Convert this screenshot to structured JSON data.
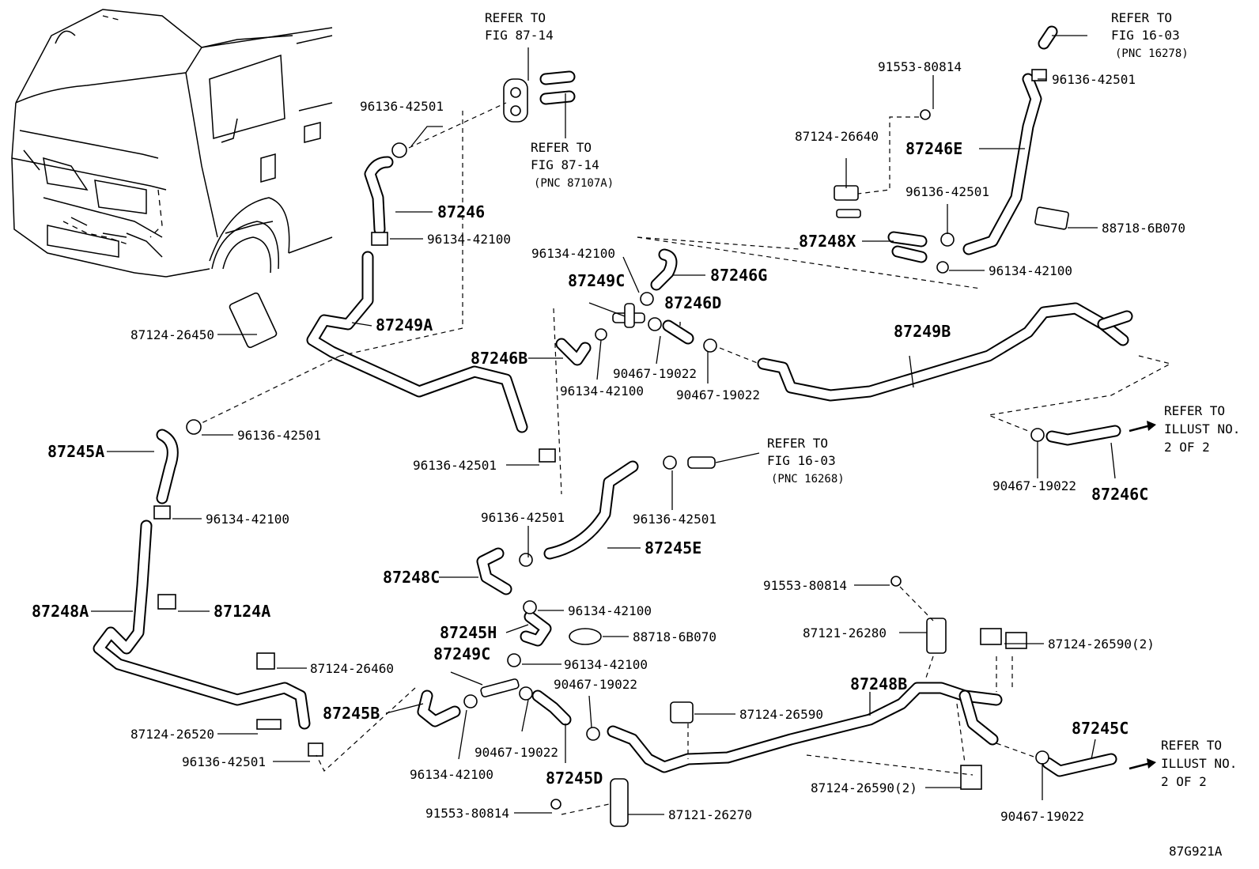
{
  "diagram": {
    "code": "87G921A",
    "refers": {
      "fig8714_top": [
        "REFER TO",
        "FIG 87-14"
      ],
      "fig8714_mid": [
        "REFER TO",
        "FIG 87-14",
        "(PNC 87107A)"
      ],
      "fig1603_top": [
        "REFER TO",
        "FIG 16-03",
        "(PNC 16278)"
      ],
      "fig1603_mid": [
        "REFER TO",
        "FIG 16-03",
        "(PNC 16268)"
      ],
      "illust_a": [
        "REFER TO",
        "ILLUST NO.",
        "2 OF 2"
      ],
      "illust_b": [
        "REFER TO",
        "ILLUST NO.",
        "2 OF 2"
      ]
    },
    "labels": {
      "p96136_a": "96136-42501",
      "p87246": "87246",
      "p96134_a": "96134-42100",
      "p87249A": "87249A",
      "p87124_26450": "87124-26450",
      "p96136_b": "96136-42501",
      "p87245A": "87245A",
      "p96134_b": "96134-42100",
      "p87248A": "87248A",
      "p87124A": "87124A",
      "p87124_26460": "87124-26460",
      "p87124_26520": "87124-26520",
      "p96136_c": "96136-42501",
      "p96136_d": "96136-42501",
      "p96134_c": "96134-42100",
      "p87249C_a": "87249C",
      "p87246G": "87246G",
      "p87246D": "87246D",
      "p87246B": "87246B",
      "p96134_d": "96134-42100",
      "p90467_a": "90467-19022",
      "p90467_b": "90467-19022",
      "p87249B": "87249B",
      "p96136_e": "96136-42501",
      "p96136_f": "96136-42501",
      "p87245E": "87245E",
      "p87248C": "87248C",
      "p96134_e": "96134-42100",
      "p87245H": "87245H",
      "p88718_a": "88718-6B070",
      "p87249C_b": "87249C",
      "p96134_f": "96134-42100",
      "p90467_c": "90467-19022",
      "p87245B": "87245B",
      "p96134_g": "96134-42100",
      "p90467_d": "90467-19022",
      "p87245D": "87245D",
      "p91553_a": "91553-80814",
      "p87121_26270": "87121-26270",
      "p87124_26590_a": "87124-26590",
      "p87248B": "87248B",
      "p87124_26590_b": "87124-26590(2)",
      "p91553_b": "91553-80814",
      "p87121_26280": "87121-26280",
      "p87124_26590_c": "87124-26590(2)",
      "p87245C": "87245C",
      "p90467_e": "90467-19022",
      "p91553_c": "91553-80814",
      "p87124_26640": "87124-26640",
      "p87246E": "87246E",
      "p96136_g": "96136-42501",
      "p96136_h": "96136-42501",
      "p87248X": "87248X",
      "p88718_b": "88718-6B070",
      "p96134_h": "96134-42100",
      "p90467_f": "90467-19022",
      "p87246C": "87246C"
    }
  }
}
